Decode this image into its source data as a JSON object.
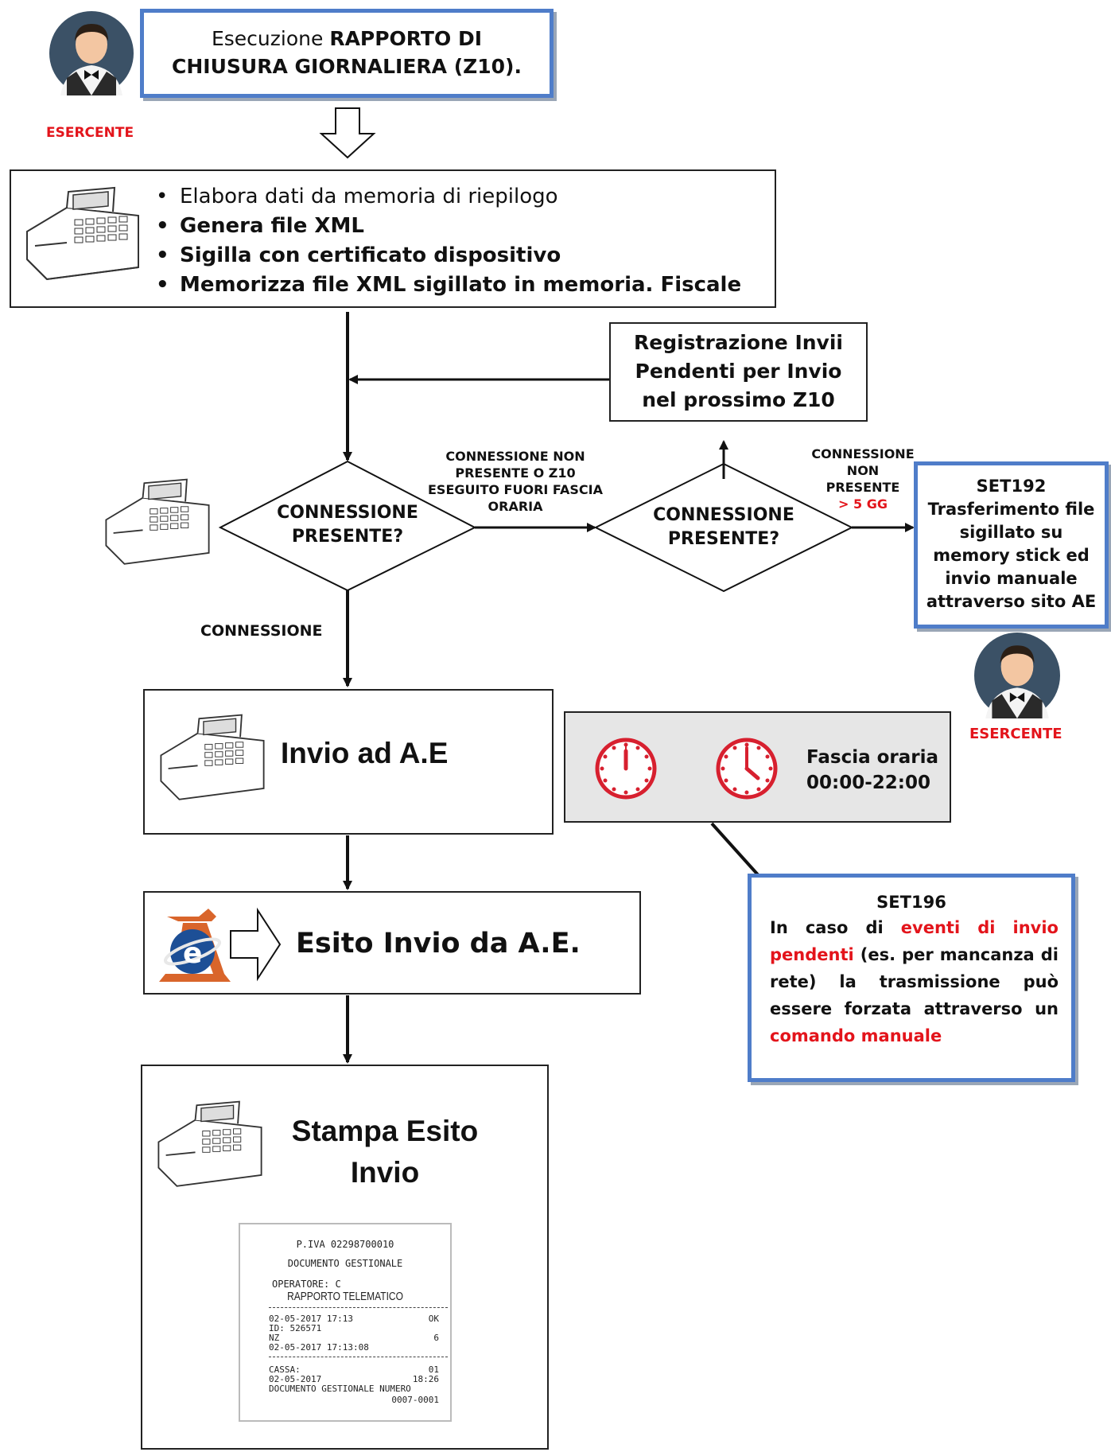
{
  "top_box": {
    "prefix": "Esecuzione ",
    "bold1": "RAPPORTO DI",
    "bold2": "CHIUSURA GIORNALIERA (Z10)."
  },
  "actor_top": {
    "label": "ESERCENTE"
  },
  "process_list": {
    "items": [
      "Elabora dati da memoria di riepilogo",
      "Genera file XML",
      "Sigilla con certificato dispositivo",
      "Memorizza file XML sigillato in memoria. Fiscale"
    ]
  },
  "pending_box": {
    "lines": [
      "Registrazione Invii",
      "Pendenti per Invio",
      "nel prossimo Z10"
    ]
  },
  "decision1": {
    "lines": [
      "CONNESSIONE",
      "PRESENTE?"
    ]
  },
  "decision2": {
    "lines": [
      "CONNESSIONE",
      "PRESENTE?"
    ]
  },
  "edge_no_conn": {
    "lines": [
      "CONNESSIONE NON",
      "PRESENTE O Z10",
      "ESEGUITO FUORI FASCIA",
      "ORARIA"
    ]
  },
  "edge_conn_5gg": {
    "lines": [
      "CONNESSIONE",
      "NON",
      "PRESENTE"
    ],
    "red": "> 5 GG"
  },
  "edge_conn": {
    "label": "CONNESSIONE"
  },
  "set192": {
    "lines": [
      "SET192",
      "Trasferimento file",
      "sigillato su",
      "memory stick ed",
      "invio manuale",
      "attraverso sito AE"
    ]
  },
  "actor_right": {
    "label": "ESERCENTE"
  },
  "invio_box": {
    "label": "Invio ad A.E"
  },
  "fascia_box": {
    "line1": "Fascia oraria",
    "line2": "00:00-22:00"
  },
  "esito_box": {
    "label": "Esito Invio da A.E."
  },
  "set196": {
    "title": "SET196",
    "t1": "In caso di ",
    "r1": "eventi di invio pendenti",
    "t2": " (es. per mancanza di rete) la trasmissione può essere forzata attraverso un ",
    "r2": "comando manuale"
  },
  "stampa_box": {
    "line1": "Stampa Esito",
    "line2": "Invio"
  },
  "receipt": {
    "piva": "P.IVA 02298700010",
    "doc": "DOCUMENTO GESTIONALE",
    "operatore": "OPERATORE:  C",
    "title": "RAPPORTO TELEMATICO",
    "r1_left": "02-05-2017 17:13",
    "r1_right": "OK",
    "r2_left": "ID: 526571",
    "r3_left": "NZ",
    "r3_right": "6",
    "r4_left": "02-05-2017 17:13:08",
    "c1_left": "CASSA:",
    "c1_right": "01",
    "c2_left": "02-05-2017",
    "c2_right": "18:26",
    "c3_left": "DOCUMENTO GESTIONALE NUMERO",
    "c4_right": "0007-0001"
  },
  "colors": {
    "accent_red": "#e3141b",
    "blue_border": "#4f7dc9",
    "clock_red": "#d7202f",
    "fascia_bg": "#e6e6e6"
  }
}
